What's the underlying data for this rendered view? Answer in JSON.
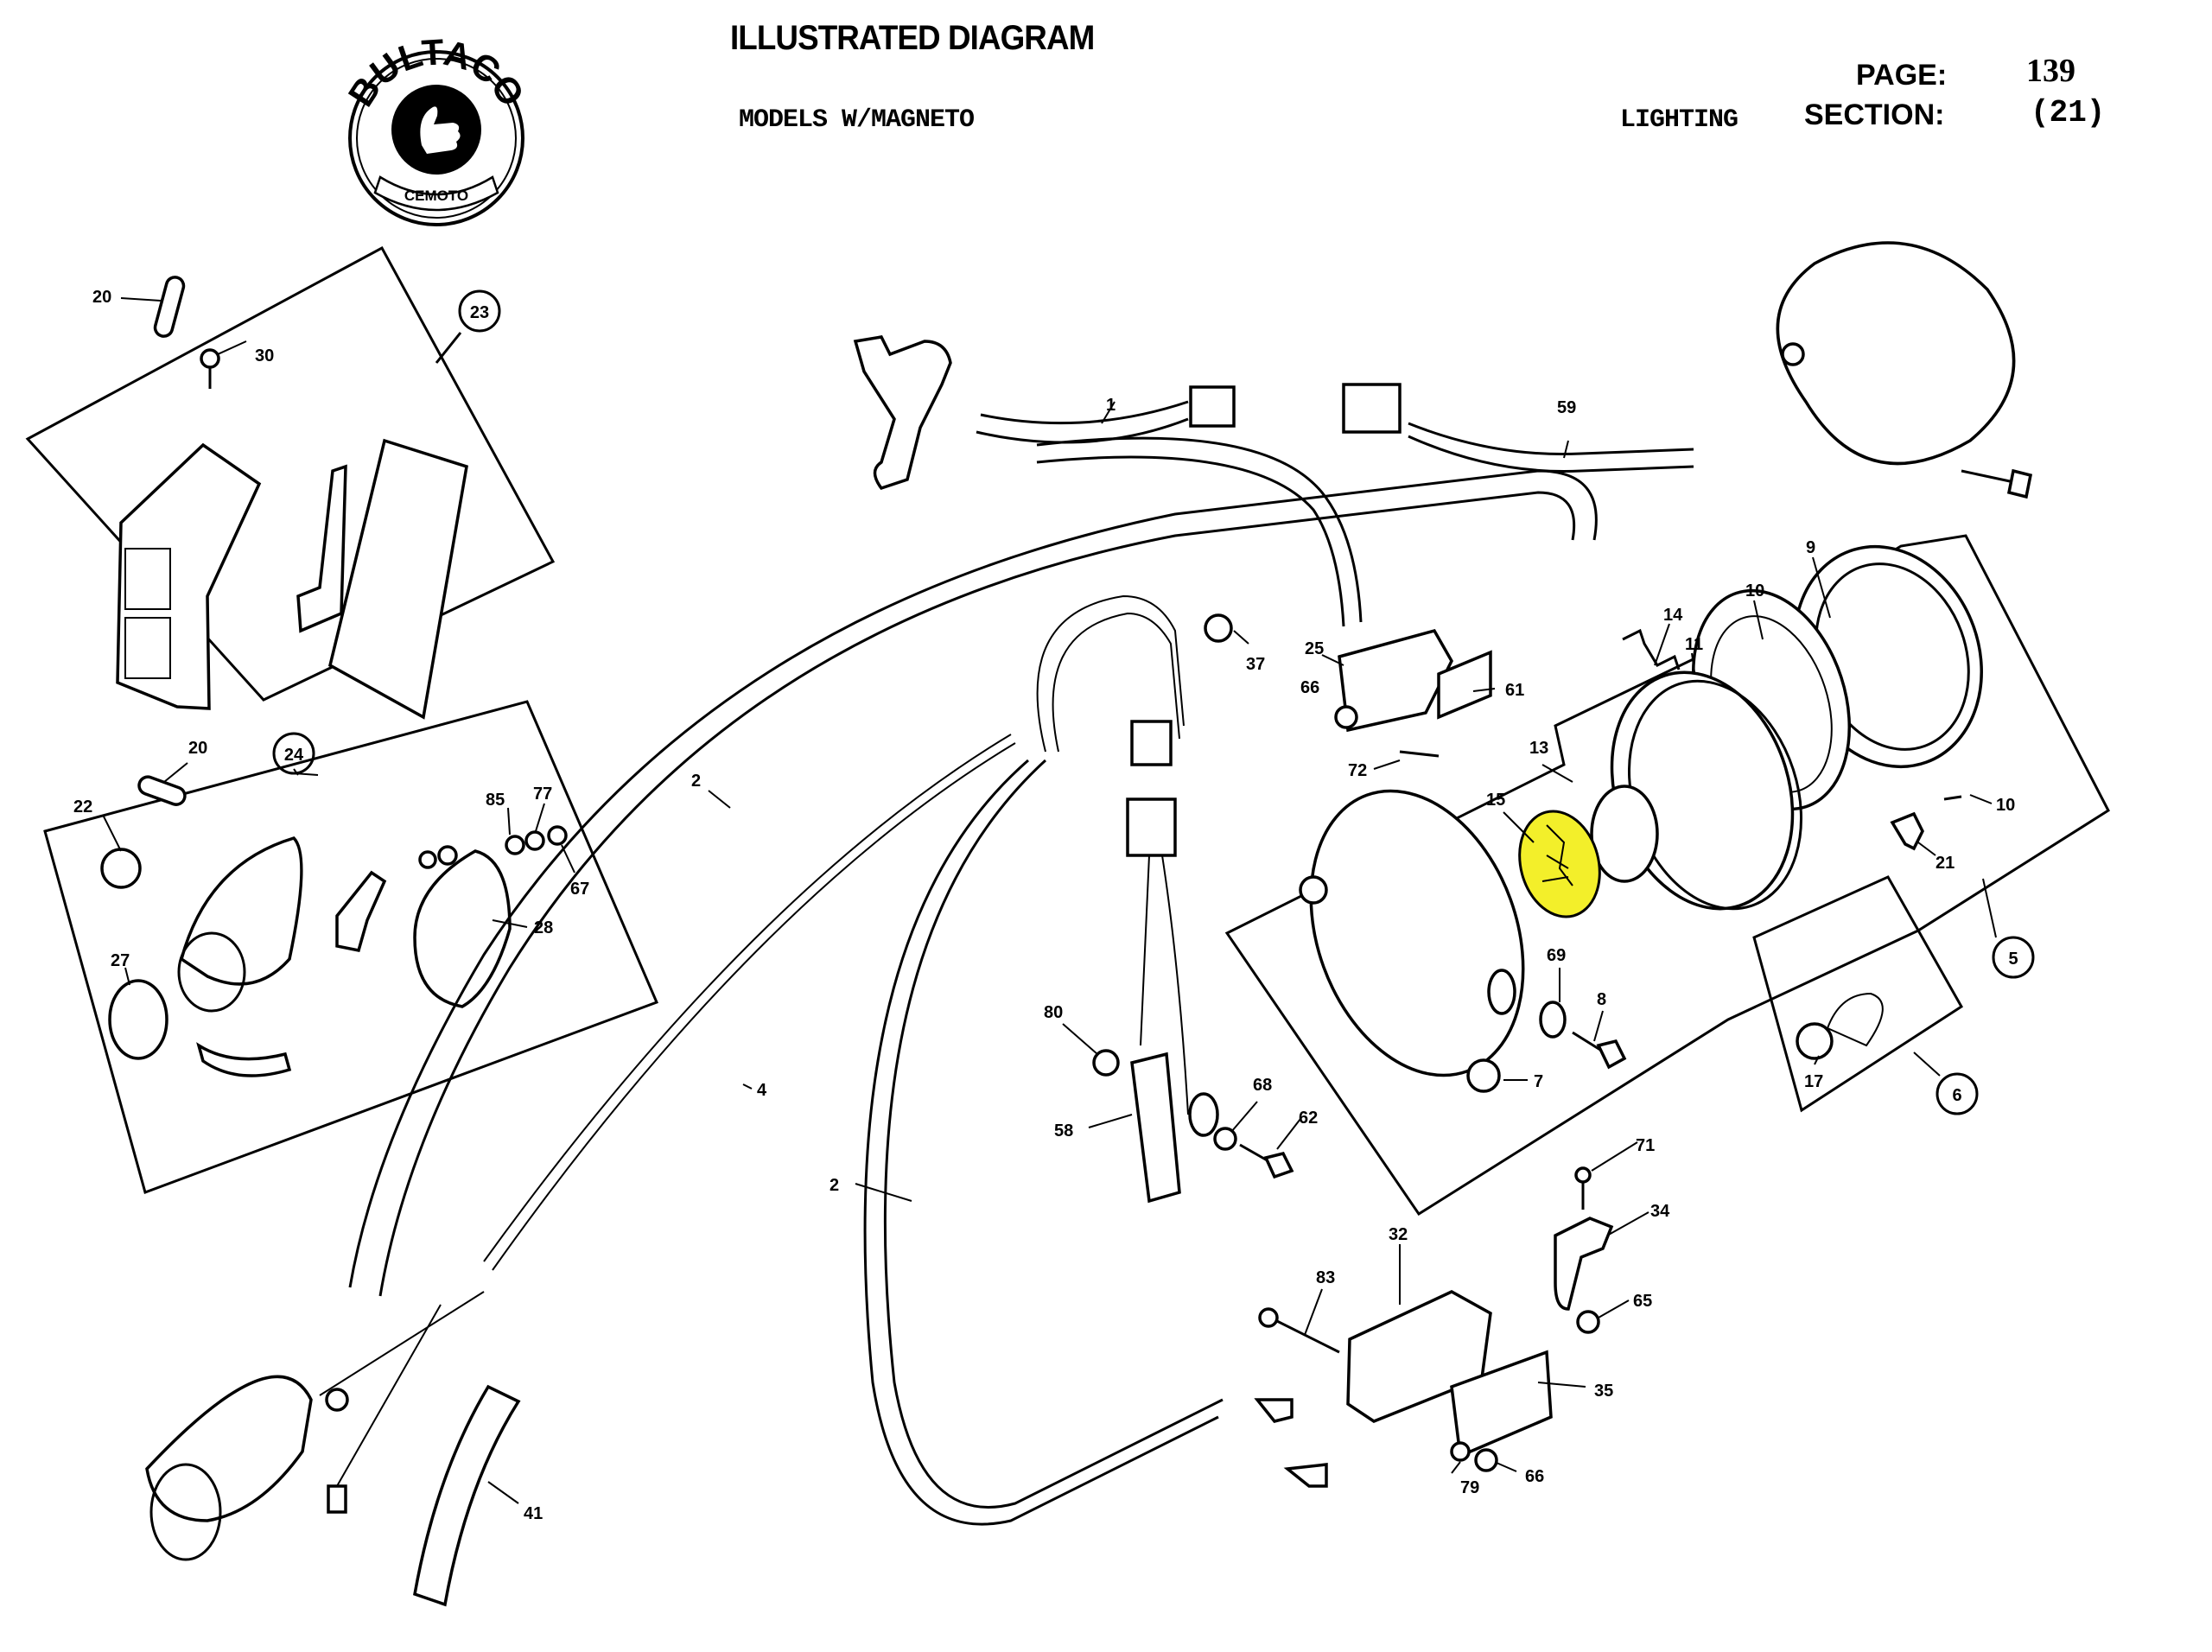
{
  "header": {
    "title": "ILLUSTRATED DIAGRAM",
    "models": "MODELS W/MAGNETO",
    "category": "LIGHTING",
    "page_label": "PAGE:",
    "page_value": "139",
    "section_label": "SECTION:",
    "section_value": "(21)"
  },
  "logo": {
    "brand": "BULTACO",
    "ribbon": "CEMOTO"
  },
  "highlight_color": "#f3ef2a",
  "highlighted_part": "15",
  "groups": [
    {
      "id": "23",
      "label": "23"
    },
    {
      "id": "24",
      "label": "24"
    },
    {
      "id": "5",
      "label": "5"
    },
    {
      "id": "6",
      "label": "6"
    }
  ],
  "callouts": {
    "c20a": "20",
    "c30": "30",
    "c23": "23",
    "c20b": "20",
    "c22": "22",
    "c24": "24",
    "c85": "85",
    "c77": "77",
    "c67": "67",
    "c28": "28",
    "c27": "27",
    "c1": "1",
    "c59": "59",
    "c2a": "2",
    "c4": "4",
    "c2b": "2",
    "c37": "37",
    "c25": "25",
    "c66a": "66",
    "c61": "61",
    "c72": "72",
    "c14": "14",
    "c11": "11",
    "c10a": "10",
    "c9": "9",
    "c13": "13",
    "c15": "15",
    "c10b": "10",
    "c21": "21",
    "c69": "69",
    "c8": "8",
    "c7": "7",
    "c5": "5",
    "c17": "17",
    "c6": "6",
    "c80": "80",
    "c58": "58",
    "c68": "68",
    "c62": "62",
    "c71": "71",
    "c34": "34",
    "c32": "32",
    "c83": "83",
    "c65": "65",
    "c35": "35",
    "c79": "79",
    "c66b": "66",
    "c41": "41"
  }
}
